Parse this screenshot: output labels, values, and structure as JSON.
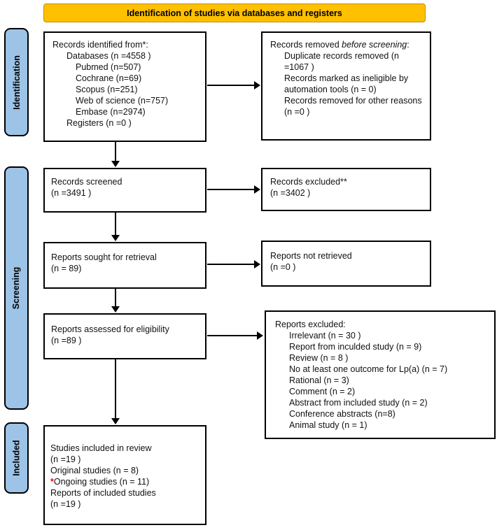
{
  "banner": {
    "label": "Identification of studies via databases and registers"
  },
  "colors": {
    "banner_bg": "#FFC000",
    "banner_border": "#BF9000",
    "stage_bg": "#9DC3E6",
    "box_border": "#000000",
    "accent_red": "#FF0000"
  },
  "stages": [
    {
      "id": "identification",
      "label": "Identification"
    },
    {
      "id": "screening",
      "label": "Screening"
    },
    {
      "id": "included",
      "label": "Included"
    }
  ],
  "boxes": [
    {
      "id": "records-identified",
      "lines": [
        {
          "indent": 0,
          "text": "Records identified from*:"
        },
        {
          "indent": 1,
          "text": "Databases (n =4558 )"
        },
        {
          "indent": 2,
          "text": "Pubmed (n=507)"
        },
        {
          "indent": 2,
          "text": "Cochrane (n=69)"
        },
        {
          "indent": 2,
          "text": "Scopus (n=251)"
        },
        {
          "indent": 2,
          "text": "Web of science (n=757)"
        },
        {
          "indent": 2,
          "text": "Embase (n=2974)"
        },
        {
          "indent": 1,
          "text": "Registers (n =0 )"
        }
      ]
    },
    {
      "id": "records-removed",
      "lines": [
        {
          "indent": 0,
          "segments": [
            {
              "t": "Records removed "
            },
            {
              "t": "before screening",
              "style": "italic"
            },
            {
              "t": ":"
            }
          ]
        },
        {
          "indent": 1,
          "text": "Duplicate records removed (n =1067 )"
        },
        {
          "indent": 1,
          "text": "Records marked as ineligible by automation tools (n = 0)"
        },
        {
          "indent": 1,
          "text": "Records removed for other reasons (n =0 )"
        }
      ]
    },
    {
      "id": "records-screened",
      "lines": [
        {
          "indent": 0,
          "text": "Records screened"
        },
        {
          "indent": 0,
          "text": "(n =3491 )"
        }
      ]
    },
    {
      "id": "records-excluded",
      "lines": [
        {
          "indent": 0,
          "text": "Records excluded**"
        },
        {
          "indent": 0,
          "text": "(n =3402 )"
        }
      ]
    },
    {
      "id": "reports-sought",
      "lines": [
        {
          "indent": 0,
          "text": "Reports sought for retrieval"
        },
        {
          "indent": 0,
          "text": "(n = 89)"
        }
      ]
    },
    {
      "id": "reports-not-retrieved",
      "lines": [
        {
          "indent": 0,
          "text": "Reports not retrieved"
        },
        {
          "indent": 0,
          "text": "(n =0 )"
        }
      ]
    },
    {
      "id": "reports-assessed",
      "lines": [
        {
          "indent": 0,
          "text": "Reports assessed for eligibility"
        },
        {
          "indent": 0,
          "text": "(n =89 )"
        }
      ]
    },
    {
      "id": "reports-excluded",
      "lines": [
        {
          "indent": 0,
          "text": "Reports excluded:"
        },
        {
          "indent": 1,
          "text": "Irrelevant (n = 30 )"
        },
        {
          "indent": 1,
          "text": "Report from inculded study (n = 9)"
        },
        {
          "indent": 1,
          "text": "Review (n = 8 )"
        },
        {
          "indent": 1,
          "text": "No at least one outcome for Lp(a) (n = 7)"
        },
        {
          "indent": 1,
          "text": "Rational (n = 3)"
        },
        {
          "indent": 1,
          "text": "Comment (n = 2)"
        },
        {
          "indent": 1,
          "text": "Abstract from included study (n = 2)"
        },
        {
          "indent": 1,
          "text": "Conference abstracts (n=8)"
        },
        {
          "indent": 1,
          "text": "Animal study (n = 1)"
        }
      ]
    },
    {
      "id": "studies-included",
      "lines": [
        {
          "indent": 0,
          "text": "Studies included in review"
        },
        {
          "indent": 0,
          "text": "(n =19 )"
        },
        {
          "indent": 0,
          "text": "Original studies (n = 8)"
        },
        {
          "indent": 0,
          "segments": [
            {
              "t": "*",
              "style": "red"
            },
            {
              "t": "Ongoing studies (n = 11)"
            }
          ]
        },
        {
          "indent": 0,
          "text": "Reports of included studies"
        },
        {
          "indent": 0,
          "text": "(n =19 )"
        }
      ]
    }
  ]
}
